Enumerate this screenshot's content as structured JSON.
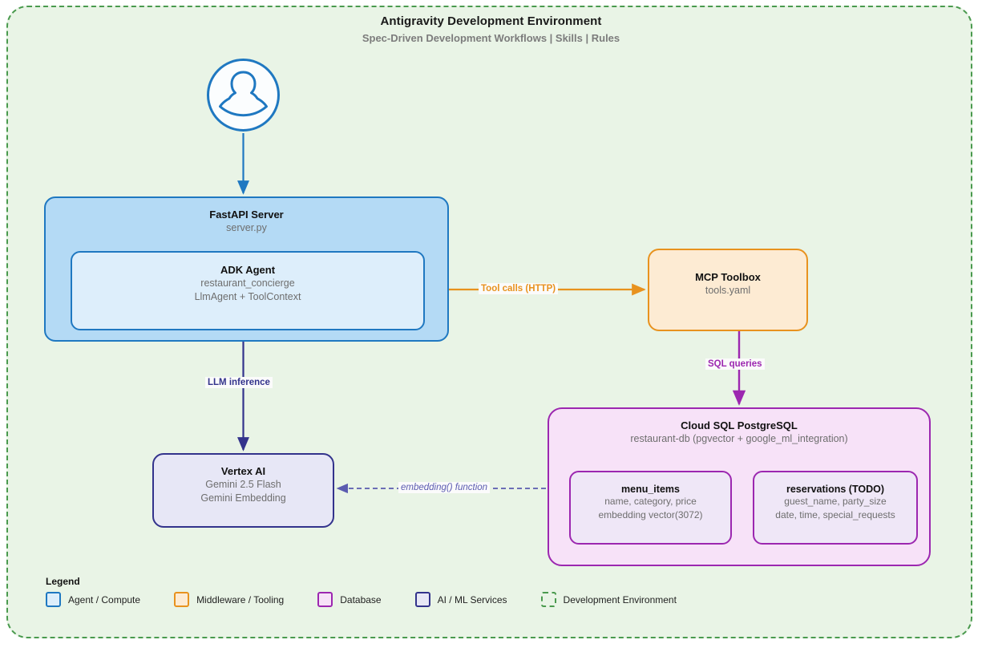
{
  "environment": {
    "title": "Antigravity Development Environment",
    "subtitle": "Spec-Driven Development Workflows  |  Skills  |  Rules",
    "border_color": "#4a9a4e",
    "background_color": "#e9f4e6"
  },
  "actor": {
    "icon": "user-avatar-icon",
    "color": "#1f78c1"
  },
  "nodes": {
    "fastapi": {
      "title": "FastAPI Server",
      "subtitle": "server.py",
      "fill": "#b4daf5",
      "stroke": "#1f78c1"
    },
    "adk_agent": {
      "title": "ADK Agent",
      "subtitle_1": "restaurant_concierge",
      "subtitle_2": "LlmAgent + ToolContext",
      "fill": "#ddeefb",
      "stroke": "#1f78c1"
    },
    "mcp_toolbox": {
      "title": "MCP Toolbox",
      "subtitle": "tools.yaml",
      "fill": "#fdebd3",
      "stroke": "#e8921e"
    },
    "cloud_sql": {
      "title": "Cloud SQL PostgreSQL",
      "subtitle": "restaurant-db (pgvector + google_ml_integration)",
      "fill": "#f7e2f8",
      "stroke": "#9c27b0",
      "tables": [
        {
          "name": "menu_items",
          "columns_line_1": "name, category, price",
          "columns_line_2": "embedding vector(3072)"
        },
        {
          "name": "reservations (TODO)",
          "columns_line_1": "guest_name, party_size",
          "columns_line_2": "date, time, special_requests"
        }
      ]
    },
    "vertex_ai": {
      "title": "Vertex AI",
      "subtitle_1": "Gemini 2.5 Flash",
      "subtitle_2": "Gemini Embedding",
      "fill": "#e7e7f6",
      "stroke": "#33338c"
    }
  },
  "edges": {
    "user_to_fastapi": {
      "label": "",
      "color": "#1f78c1",
      "style": "solid"
    },
    "adk_to_mcp": {
      "label": "Tool calls (HTTP)",
      "color": "#e8921e",
      "style": "solid"
    },
    "mcp_to_cloudsql": {
      "label": "SQL queries",
      "color": "#9c27b0",
      "style": "solid"
    },
    "adk_to_vertex": {
      "label": "LLM inference",
      "color": "#33338c",
      "style": "solid"
    },
    "cloudsql_to_vertex": {
      "label": "embedding() function",
      "color": "#5b5bb0",
      "style": "dashed"
    }
  },
  "legend": {
    "title": "Legend",
    "items": [
      {
        "label": "Agent / Compute",
        "fill": "#ddeefb",
        "stroke": "#1f78c1",
        "style": "solid"
      },
      {
        "label": "Middleware / Tooling",
        "fill": "#fdebd3",
        "stroke": "#e8921e",
        "style": "solid"
      },
      {
        "label": "Database",
        "fill": "#f7e2f8",
        "stroke": "#9c27b0",
        "style": "solid"
      },
      {
        "label": "AI / ML Services",
        "fill": "#e7e7f6",
        "stroke": "#33338c",
        "style": "solid"
      },
      {
        "label": "Development Environment",
        "fill": "#e9f4e6",
        "stroke": "#4a9a4e",
        "style": "dashed"
      }
    ]
  }
}
